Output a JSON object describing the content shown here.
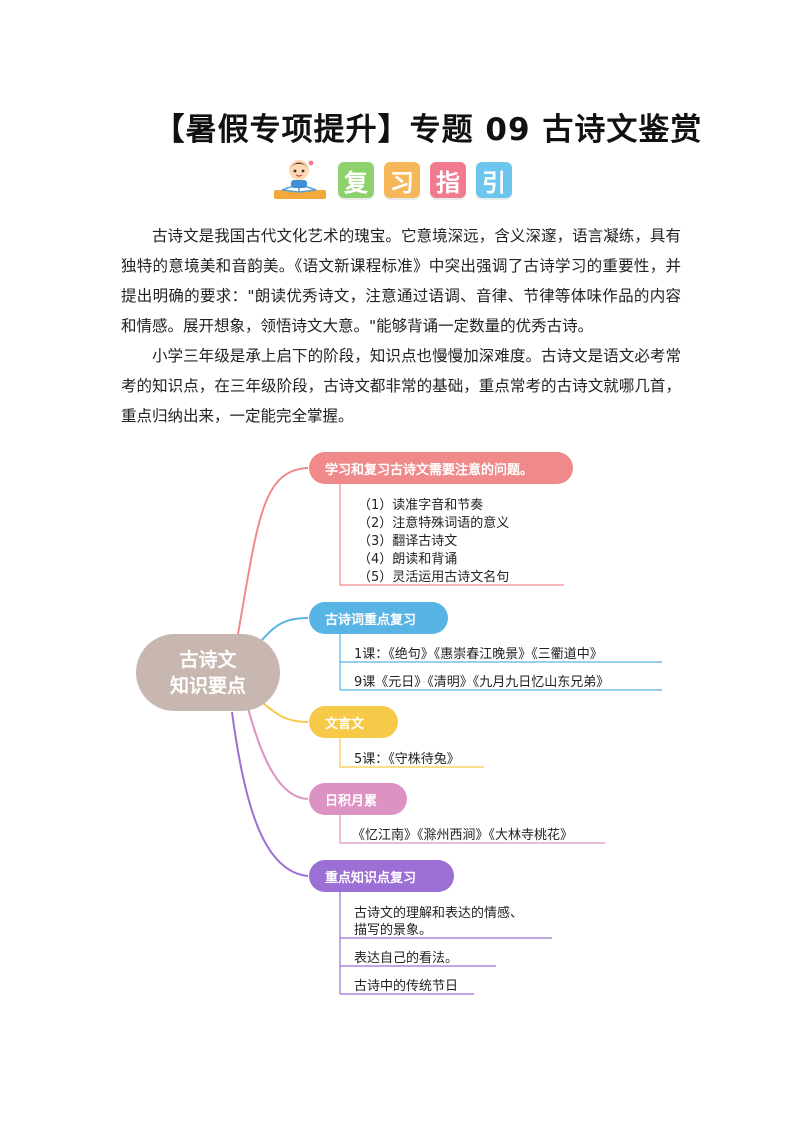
{
  "title": "【暑假专项提升】专题 09  古诗文鉴赏",
  "banner": {
    "chars": [
      "复",
      "习",
      "指",
      "引"
    ]
  },
  "intro": {
    "paragraphs": [
      "古诗文是我国古代文化艺术的瑰宝。它意境深远，含义深邃，语言凝练，具有独特的意境美和音韵美。《语文新课程标准》中突出强调了古诗学习的重要性，并提出明确的要求：\"朗读优秀诗文，注意通过语调、音律、节律等体味作品的内容和情感。展开想象，领悟诗文大意。\"能够背诵一定数量的优秀古诗。",
      "小学三年级是承上启下的阶段，知识点也慢慢加深难度。古诗文是语文必考常考的知识点，在三年级阶段，古诗文都非常的基础，重点常考的古诗文就哪几首，重点归纳出来，一定能完全掌握。"
    ]
  },
  "mindmap": {
    "center": {
      "line1": "古诗文",
      "line2": "知识要点",
      "color": "#c8b7b0"
    },
    "branches": [
      {
        "label": "学习和复习古诗文需要注意的问题。",
        "color": "#f08a8a",
        "items": [
          "（1）读准字音和节奏",
          "（2）注意特殊词语的意义",
          "（3）翻译古诗文",
          "（4）朗读和背诵",
          "（5）灵活运用古诗文名句"
        ]
      },
      {
        "label": "古诗词重点复习",
        "color": "#58b4e4",
        "items": [
          "1课：《绝句》《惠崇春江晚景》《三衢道中》",
          "9课《元日》《清明》《九月九日忆山东兄弟》"
        ]
      },
      {
        "label": "文言文",
        "color": "#f7c948",
        "items": [
          "5课：《守株待兔》"
        ]
      },
      {
        "label": "日积月累",
        "color": "#dd92c4",
        "items": [
          "《忆江南》《滁州西涧》《大林寺桃花》"
        ]
      },
      {
        "label": "重点知识点复习",
        "color": "#9c6fd4",
        "items": [
          "古诗文的理解和表达的情感、",
          "描写的景象。",
          "表达自己的看法。",
          "古诗中的传统节日"
        ]
      }
    ]
  }
}
